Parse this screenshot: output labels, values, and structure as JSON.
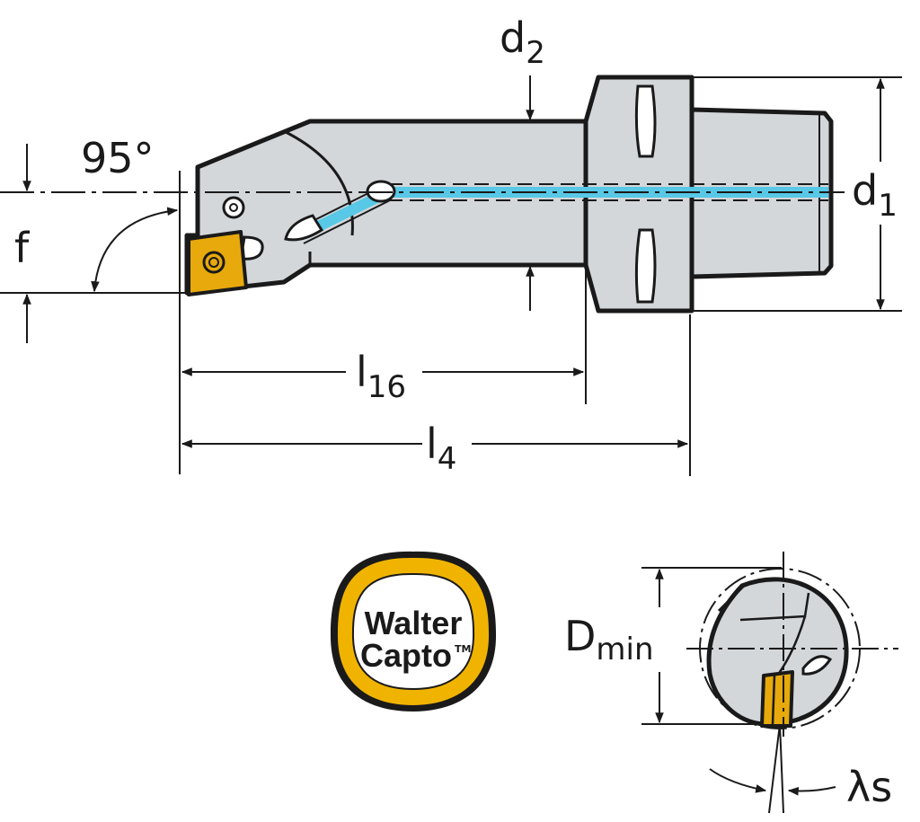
{
  "labels": {
    "d2": {
      "main": "d",
      "sub": "2"
    },
    "d1": {
      "main": "d",
      "sub": "1"
    },
    "angle": "95°",
    "f": "f",
    "l16": {
      "main": "l",
      "sub": "16"
    },
    "l4": {
      "main": "l",
      "sub": "4"
    },
    "dmin": {
      "main": "D",
      "sub": "min"
    },
    "lambda_s": "λs"
  },
  "logo": {
    "line1": "Walter",
    "line2": "Capto",
    "trademark": "TM"
  },
  "colors": {
    "body_fill": "#d4d7da",
    "outline": "#1a1a1a",
    "coolant": "#58c8e6",
    "insert": "#e7a90b",
    "logo_ring": "#f0b400",
    "logo_inner": "#ffffff"
  }
}
